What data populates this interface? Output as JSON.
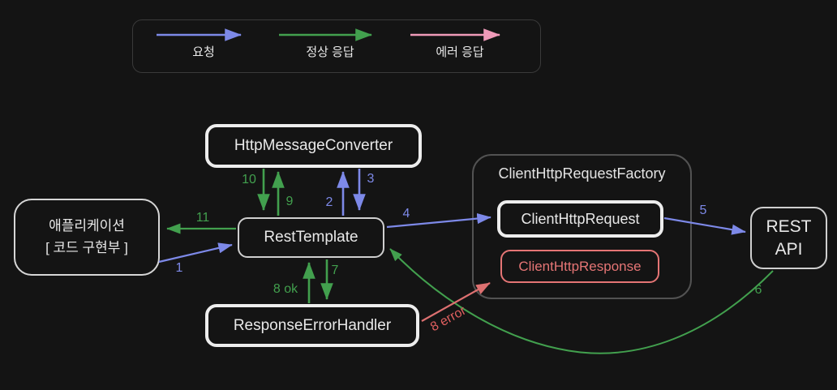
{
  "legend": {
    "items": [
      {
        "name": "request",
        "label": "요청",
        "color": "#7d89e8"
      },
      {
        "name": "success-response",
        "label": "정상 응답",
        "color": "#42a04e"
      },
      {
        "name": "error-response",
        "label": "에러 응답",
        "color": "#ef9ab8"
      }
    ]
  },
  "nodes": {
    "application": {
      "line1": "애플리케이션",
      "line2": "[ 코드 구현부 ]"
    },
    "rest_template": {
      "label": "RestTemplate"
    },
    "http_message_converter": {
      "label": "HttpMessageConverter"
    },
    "response_error_handler": {
      "label": "ResponseErrorHandler"
    },
    "client_http_request_factory": {
      "label": "ClientHttpRequestFactory"
    },
    "client_http_request": {
      "label": "ClientHttpRequest"
    },
    "client_http_response": {
      "label": "ClientHttpResponse"
    },
    "rest_api": {
      "line1": "REST",
      "line2": "API"
    }
  },
  "edge_labels": {
    "step1": "1",
    "step2": "2",
    "step3": "3",
    "step4": "4",
    "step5": "5",
    "step6": "6",
    "step7": "7",
    "step8_ok": "8 ok",
    "step8_error": "8 error",
    "step9": "9",
    "step10": "10",
    "step11": "11"
  },
  "colors": {
    "background": "#141414",
    "box_border_white": "#ededed",
    "factory_border": "#525252",
    "request_blue": "#7d89e8",
    "response_green": "#42a04e",
    "error_legend_pink": "#ef9ab8",
    "error_arrow_red": "#dd7070",
    "response_box_red": "#e57575"
  }
}
